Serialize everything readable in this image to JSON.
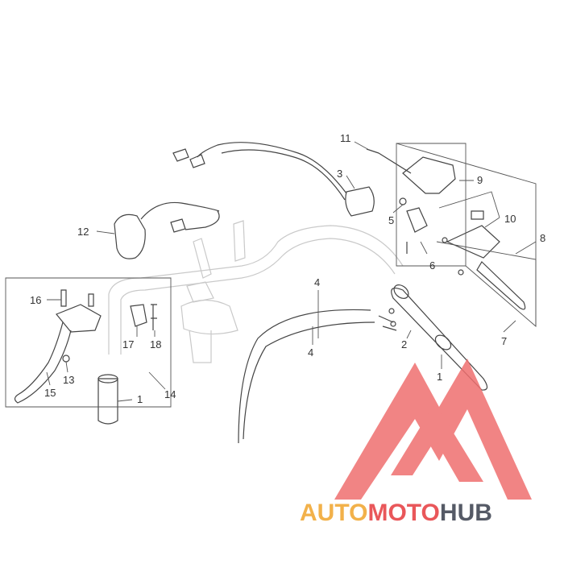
{
  "diagram": {
    "callouts": [
      {
        "id": "c1a",
        "text": "1"
      },
      {
        "id": "c1b",
        "text": "1"
      },
      {
        "id": "c2",
        "text": "2"
      },
      {
        "id": "c3",
        "text": "3"
      },
      {
        "id": "c4a",
        "text": "4"
      },
      {
        "id": "c4b",
        "text": "4"
      },
      {
        "id": "c5",
        "text": "5"
      },
      {
        "id": "c6",
        "text": "6"
      },
      {
        "id": "c7",
        "text": "7"
      },
      {
        "id": "c8",
        "text": "8"
      },
      {
        "id": "c9",
        "text": "9"
      },
      {
        "id": "c10",
        "text": "10"
      },
      {
        "id": "c11",
        "text": "11"
      },
      {
        "id": "c12",
        "text": "12"
      },
      {
        "id": "c13",
        "text": "13"
      },
      {
        "id": "c14",
        "text": "14"
      },
      {
        "id": "c15",
        "text": "15"
      },
      {
        "id": "c16",
        "text": "16"
      },
      {
        "id": "c17",
        "text": "17"
      },
      {
        "id": "c18",
        "text": "18"
      }
    ]
  },
  "watermark": {
    "part1": "AUTO",
    "part2": "MOTO",
    "part3": "HUB",
    "colors": {
      "auto": "#f2b14a",
      "moto": "#e9575a",
      "hub": "#555a66",
      "logo": "#ef6f6f"
    }
  }
}
